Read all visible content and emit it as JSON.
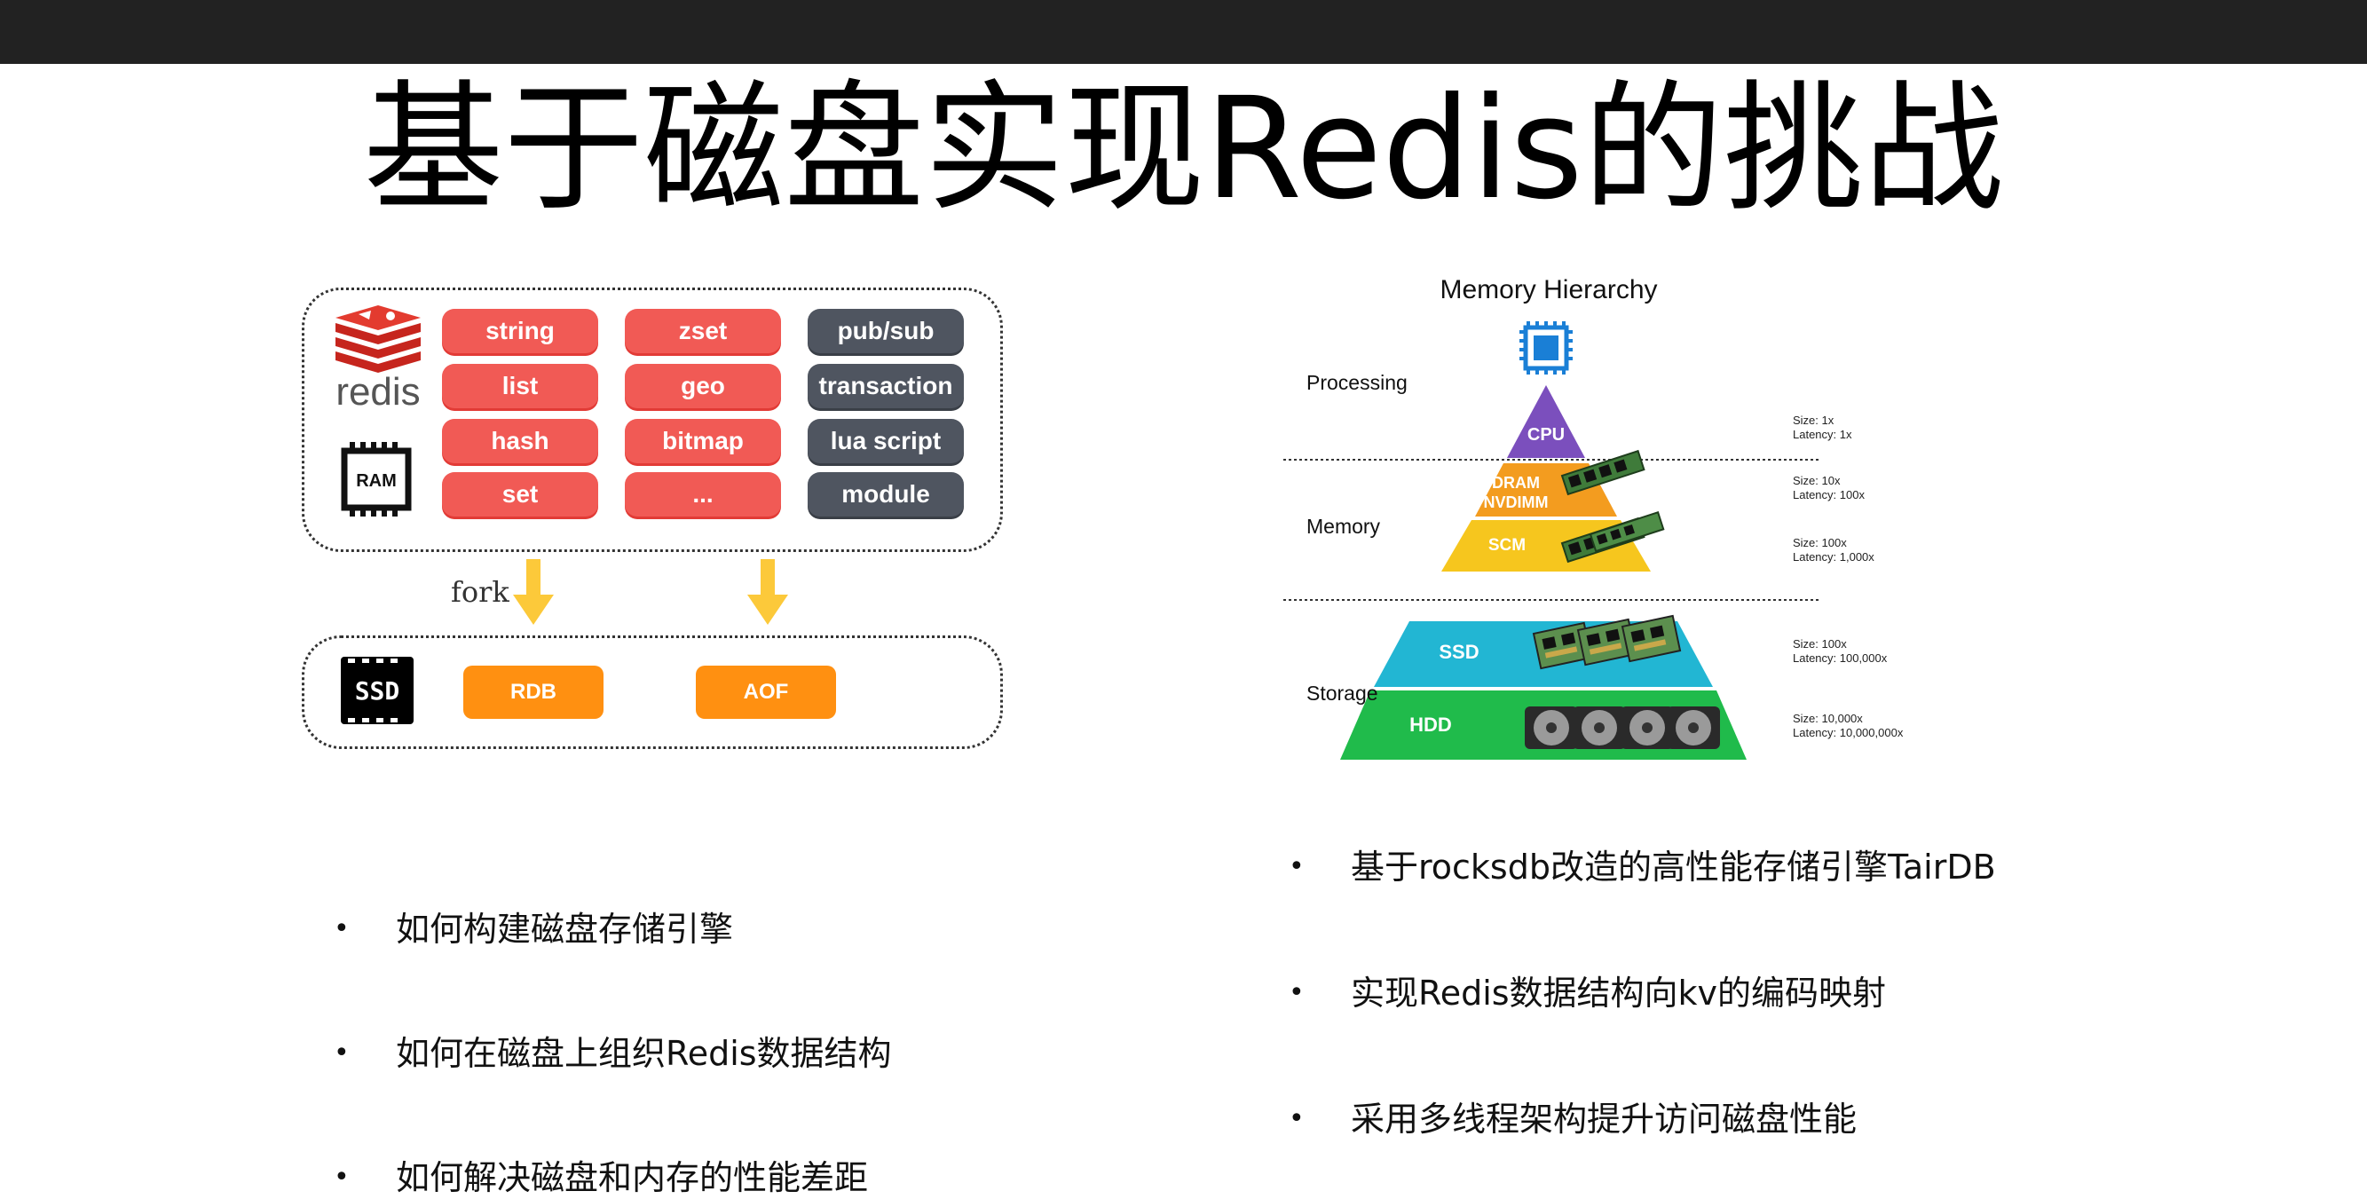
{
  "slide": {
    "title": "基于磁盘实现Redis的挑战"
  },
  "left_diagram": {
    "logo_text": "redis",
    "ram_label": "RAM",
    "ssd_label": "SSD",
    "fork_label": "fork",
    "col1": [
      "string",
      "list",
      "hash",
      "set"
    ],
    "col2": [
      "zset",
      "geo",
      "bitmap",
      "..."
    ],
    "col3": [
      "pub/sub",
      "transaction",
      "lua script",
      "module"
    ],
    "outputs": [
      "RDB",
      "AOF"
    ],
    "colors": {
      "red": "#f15a55",
      "dark": "#4f5560",
      "orange": "#ff9011",
      "arrow": "#fcc93a"
    }
  },
  "memory_hierarchy": {
    "title": "Memory Hierarchy",
    "groups": [
      "Processing",
      "Memory",
      "Storage"
    ],
    "tiers": [
      {
        "label": "CPU",
        "size": "Size: 1x",
        "latency": "Latency: 1x",
        "color": "#7b4fbd"
      },
      {
        "label": "DRAM\nNVDIMM",
        "label_line1": "DRAM",
        "label_line2": "NVDIMM",
        "size": "Size: 10x",
        "latency": "Latency: 100x",
        "color": "#f39c1f"
      },
      {
        "label": "SCM",
        "size": "Size: 100x",
        "latency": "Latency: 1,000x",
        "color": "#f6c61e"
      },
      {
        "label": "SSD",
        "size": "Size: 100x",
        "latency": "Latency: 100,000x",
        "color": "#22b6d3"
      },
      {
        "label": "HDD",
        "size": "Size: 10,000x",
        "latency": "Latency: 10,000,000x",
        "color": "#20bb4b"
      }
    ]
  },
  "bullets_left": [
    "如何构建磁盘存储引擎",
    "如何在磁盘上组织Redis数据结构",
    "如何解决磁盘和内存的性能差距"
  ],
  "bullets_right": [
    "基于rocksdb改造的高性能存储引擎TairDB",
    "实现Redis数据结构向kv的编码映射",
    "采用多线程架构提升访问磁盘性能"
  ],
  "bullet_symbol": "•"
}
